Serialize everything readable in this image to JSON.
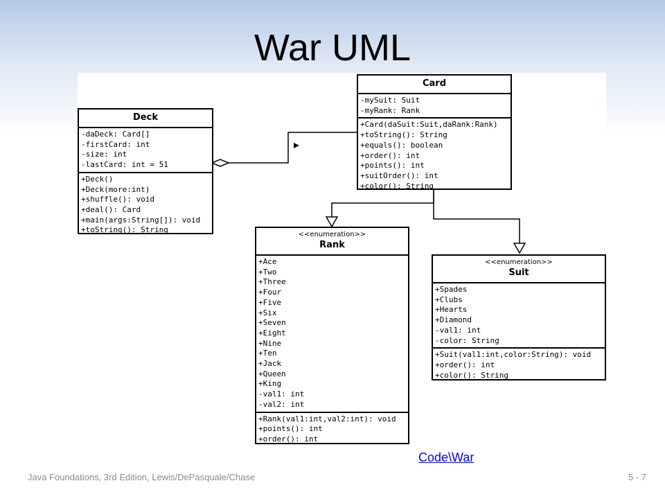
{
  "slide": {
    "title": "War UML",
    "link_text": "Code\\War",
    "footer_left": "Java Foundations, 3rd Edition, Lewis/DePasquale/Chase",
    "footer_right": "5 - 7"
  },
  "diagram": {
    "classes": {
      "deck": {
        "name": "Deck",
        "attributes": [
          "-daDeck: Card[]",
          "-firstCard: int",
          "-size: int",
          "-lastCard: int = 51"
        ],
        "operations": [
          "+Deck()",
          "+Deck(more:int)",
          "+shuffle(): void",
          "+deal(): Card",
          "+main(args:String[]): void",
          "+toString(): String"
        ]
      },
      "card": {
        "name": "Card",
        "attributes": [
          "-mySuit: Suit",
          "-myRank: Rank"
        ],
        "operations": [
          "+Card(daSuit:Suit,daRank:Rank)",
          "+toString(): String",
          "+equals(): boolean",
          "+order(): int",
          "+points(): int",
          "+suitOrder(): int",
          "+color(): String"
        ]
      },
      "rank": {
        "stereotype": "<<enumeration>>",
        "name": "Rank",
        "attributes": [
          "+Ace",
          "+Two",
          "+Three",
          "+Four",
          "+Five",
          "+Six",
          "+Seven",
          "+Eight",
          "+Nine",
          "+Ten",
          "+Jack",
          "+Queen",
          "+King",
          "-val1: int",
          "-val2: int"
        ],
        "operations": [
          "+Rank(val1:int,val2:int): void",
          "+points(): int",
          "+order(): int"
        ]
      },
      "suit": {
        "stereotype": "<<enumeration>>",
        "name": "Suit",
        "attributes": [
          "+Spades",
          "+Clubs",
          "+Hearts",
          "+Diamond",
          "-val1: int",
          "-color: String"
        ],
        "operations": [
          "+Suit(val1:int,color:String): void",
          "+order(): int",
          "+color(): String"
        ]
      }
    },
    "relationships": [
      {
        "from": "Deck",
        "to": "Card",
        "kind": "aggregation"
      },
      {
        "from": "Card",
        "to": "Rank",
        "kind": "generalization"
      },
      {
        "from": "Card",
        "to": "Suit",
        "kind": "generalization"
      }
    ]
  }
}
